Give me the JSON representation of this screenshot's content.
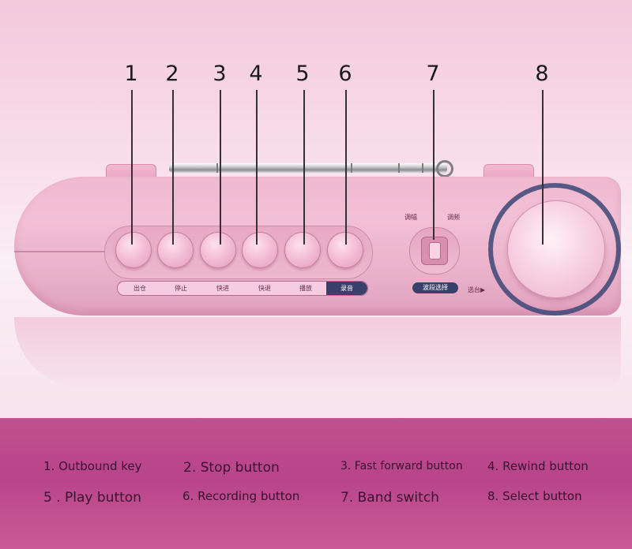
{
  "callouts": [
    "1",
    "2",
    "3",
    "4",
    "5",
    "6",
    "7",
    "8"
  ],
  "key_labels": [
    "出仓",
    "停止",
    "快进",
    "快退",
    "播放",
    "录音"
  ],
  "band_switch": {
    "left_label": "调幅",
    "right_label": "调频",
    "tag": "波段选择"
  },
  "dial": {
    "side_label": "选台▶"
  },
  "descriptions": [
    "1. Outbound key",
    "2. Stop button",
    "3. Fast forward button",
    "4. Rewind button",
    "5 . Play button",
    "6. Recording button",
    "7. Band switch",
    "8. Select button"
  ],
  "colors": {
    "background_top": "#f3c9dc",
    "band_bottom": "#c0518f",
    "device_pink": "#f0b9d0",
    "dial_scale": "#3d4777"
  }
}
